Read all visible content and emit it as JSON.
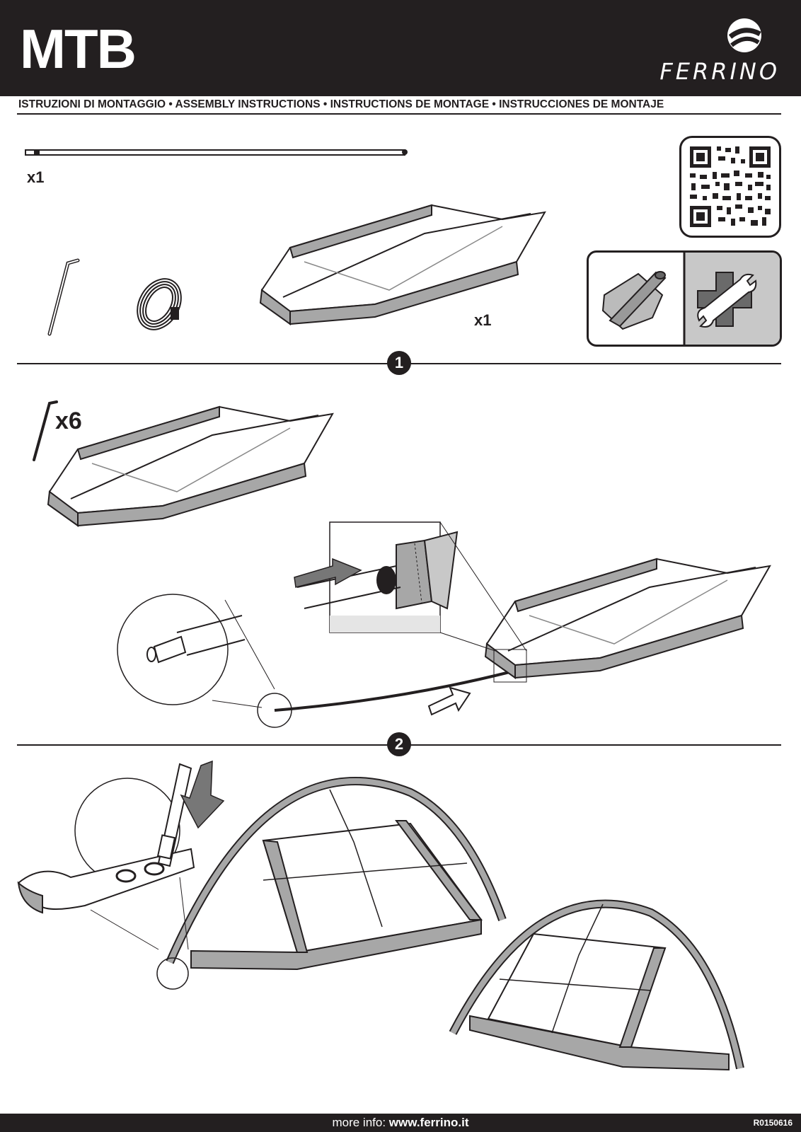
{
  "header": {
    "model": "MTB",
    "brand": "FERRINO",
    "subtitle": "ISTRUZIONI DI MONTAGGIO • ASSEMBLY INSTRUCTIONS • INSTRUCTIONS DE MONTAGE • INSTRUCCIONES DE MONTAJE"
  },
  "contents": {
    "pole_qty": "x1",
    "tent_qty": "x1"
  },
  "steps": [
    {
      "number": "1",
      "pegs_qty": "x6"
    },
    {
      "number": "2"
    }
  ],
  "icons": {
    "brand_logo": "ferrino-logo-icon",
    "qr": "qr-code-icon",
    "repair_kit": "repair-tube-icon",
    "tools": "wrench-plus-icon"
  },
  "footer": {
    "info_prefix": "more info:",
    "info_url": "www.ferrino.it",
    "code": "R0150616"
  },
  "colors": {
    "dark": "#231f20",
    "fabric_gray": "#a7a7a7",
    "panel_gray": "#c8c8c8"
  }
}
